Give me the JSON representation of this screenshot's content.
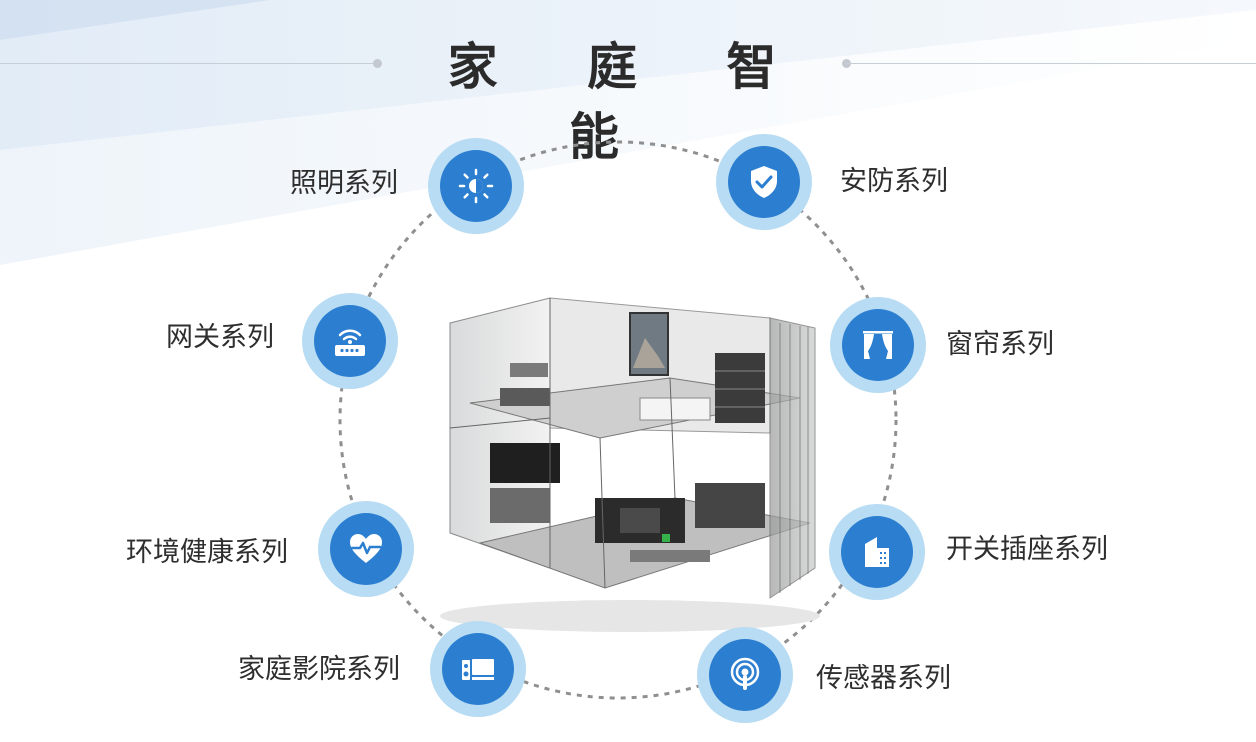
{
  "title": "家 庭 智 能",
  "colors": {
    "accent": "#2c7fd0",
    "ring": "#b8dcf3",
    "title": "#2b2b2b",
    "dashed_circle": "#8f8f8f"
  },
  "systems": {
    "lighting": {
      "label": "照明系列",
      "icon": "sun-icon"
    },
    "security": {
      "label": "安防系列",
      "icon": "shield-check-icon"
    },
    "gateway": {
      "label": "网关系列",
      "icon": "router-wifi-icon"
    },
    "curtain": {
      "label": "窗帘系列",
      "icon": "curtain-icon"
    },
    "environment": {
      "label": "环境健康系列",
      "icon": "heart-pulse-icon"
    },
    "switch_socket": {
      "label": "开关插座系列",
      "icon": "building-icon"
    },
    "home_theater": {
      "label": "家庭影院系列",
      "icon": "tv-speaker-icon"
    },
    "sensor": {
      "label": "传感器系列",
      "icon": "sensor-signal-icon"
    }
  }
}
